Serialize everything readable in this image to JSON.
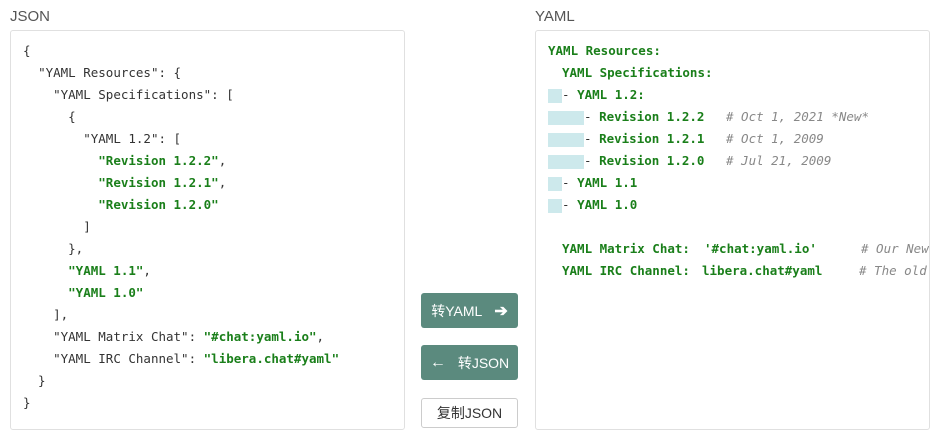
{
  "json_pane": {
    "title": "JSON",
    "lines": [
      "{",
      "  \"YAML Resources\": {",
      "    \"YAML Specifications\": [",
      "      {",
      "        \"YAML 1.2\": [",
      "          \"Revision 1.2.2\",",
      "          \"Revision 1.2.1\",",
      "          \"Revision 1.2.0\"",
      "        ]",
      "      },",
      "      \"YAML 1.1\",",
      "      \"YAML 1.0\"",
      "    ],",
      "    \"YAML Matrix Chat\": \"#chat:yaml.io\",",
      "    \"YAML IRC Channel\": \"libera.chat#yaml\"",
      "  }",
      "}"
    ]
  },
  "yaml_pane": {
    "title": "YAML",
    "resources_key": "YAML Resources:",
    "specs_key": "YAML Specifications:",
    "yaml12": "YAML 1.2:",
    "rev122": "Revision 1.2.2",
    "rev122_comment": "# Oct 1, 2021 *New*",
    "rev121": "Revision 1.2.1",
    "rev121_comment": "# Oct 1, 2009",
    "rev120": "Revision 1.2.0",
    "rev120_comment": "# Jul 21, 2009",
    "yaml11": "YAML 1.1",
    "yaml10": "YAML 1.0",
    "matrix_key": "YAML Matrix Chat:",
    "matrix_val": "'#chat:yaml.io'",
    "matrix_comment": "# Our New",
    "irc_key": "YAML IRC Channel:",
    "irc_val": "libera.chat#yaml",
    "irc_comment": "# The old"
  },
  "buttons": {
    "to_yaml": "转YAML",
    "to_json": "转JSON",
    "copy_json": "复制JSON"
  },
  "colors": {
    "button_bg": "#5b8a7e",
    "key_green": "#1a7f1a",
    "number_blue": "#2020c0",
    "comment_gray": "#888888",
    "guide_cyan": "#cde9ec"
  }
}
